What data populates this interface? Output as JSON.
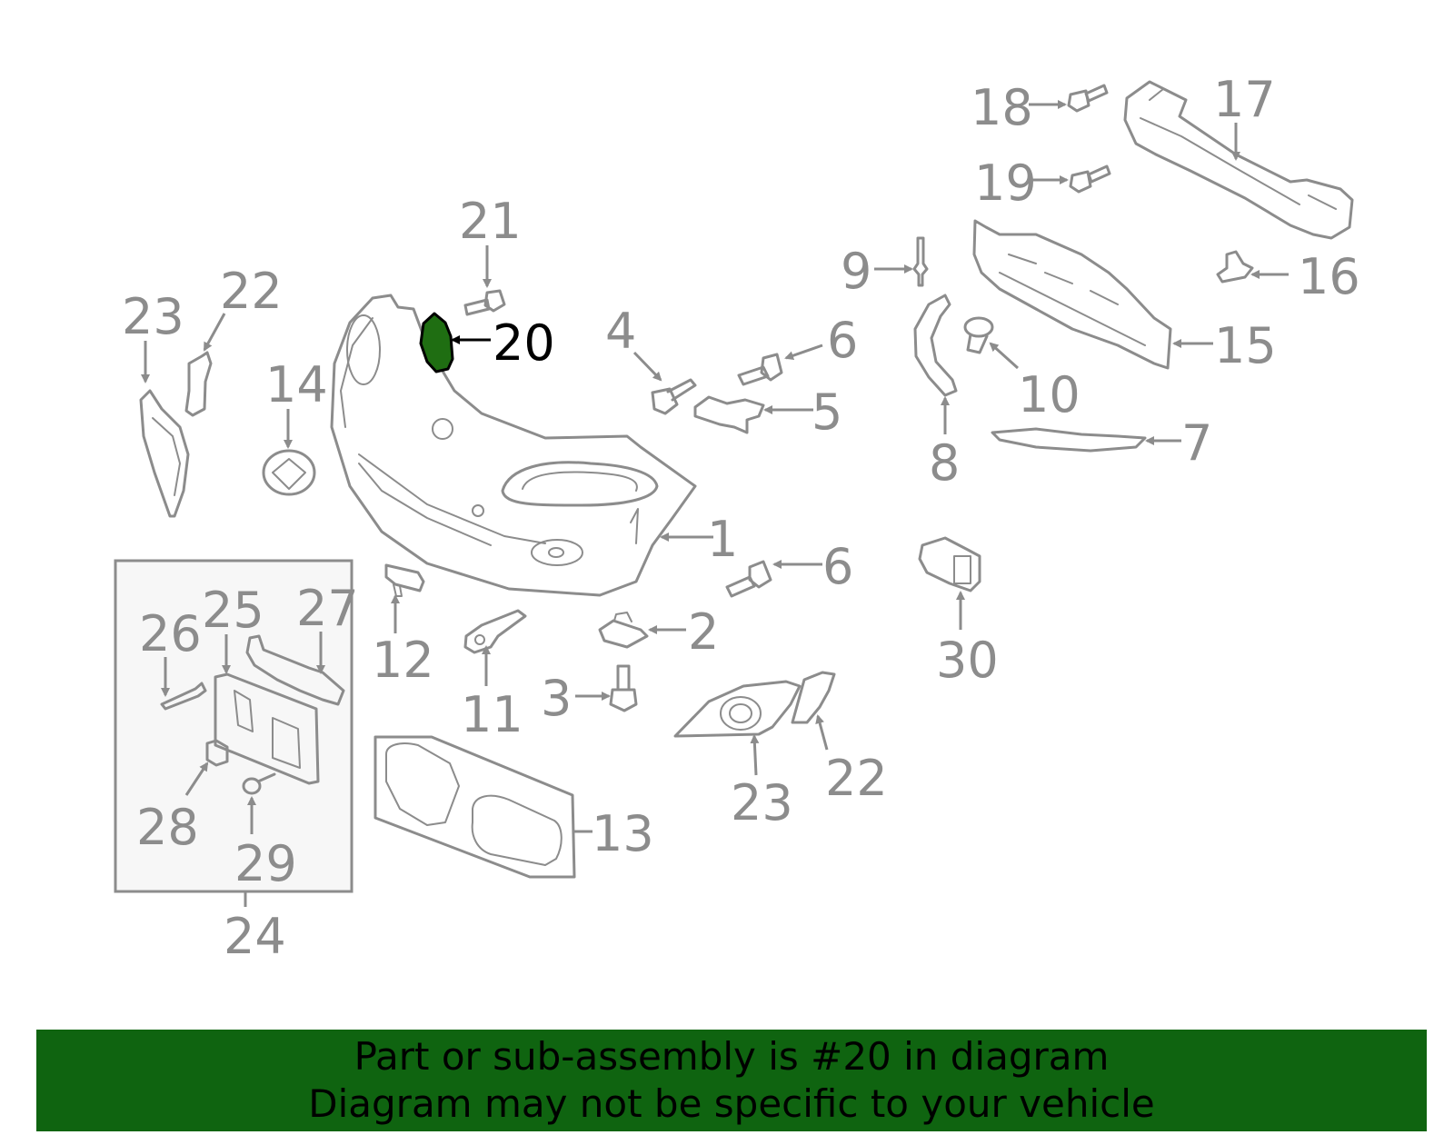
{
  "colors": {
    "line": "#8c8c8c",
    "highlight_fill": "#1f6e12",
    "banner_bg": "#0f6410",
    "banner_text": "#000000",
    "kit_box_bg": "#f7f7f7"
  },
  "highlighted_part": "20",
  "callouts": [
    "1",
    "2",
    "3",
    "4",
    "5",
    "6",
    "6",
    "7",
    "8",
    "9",
    "10",
    "11",
    "12",
    "13",
    "14",
    "15",
    "16",
    "17",
    "18",
    "19",
    "20",
    "21",
    "22",
    "22",
    "23",
    "23",
    "24",
    "25",
    "26",
    "27",
    "28",
    "29",
    "30"
  ],
  "banner": {
    "line1": "Part or sub-assembly is #20 in diagram",
    "line2": "Diagram may not be specific to your vehicle"
  }
}
